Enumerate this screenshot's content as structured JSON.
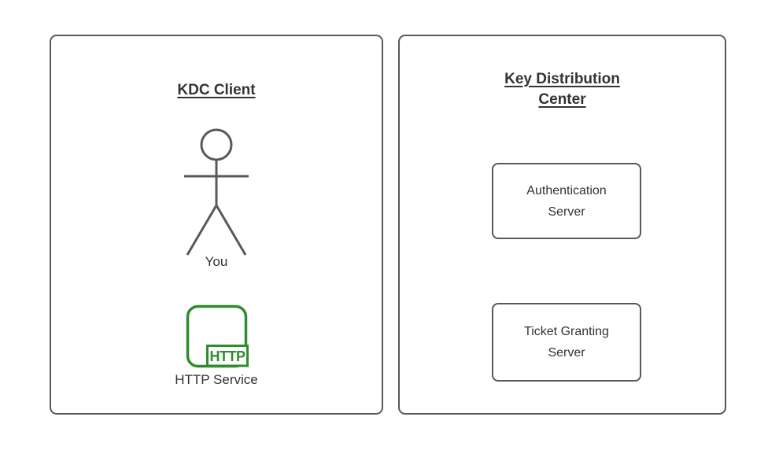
{
  "colors": {
    "background": "#ffffff",
    "shape_stroke": "#595959",
    "text": "#333333",
    "service_green": "#2e8b2e"
  },
  "client_panel": {
    "title": "KDC Client",
    "actor": {
      "icon": "person-stick-figure-icon",
      "label": "You"
    },
    "service": {
      "icon": "http-service-icon",
      "badge": "HTTP",
      "label": "HTTP Service"
    }
  },
  "kdc_panel": {
    "title": "Key Distribution Center",
    "servers": [
      {
        "label": "Authentication Server"
      },
      {
        "label": "Ticket Granting Server"
      }
    ]
  }
}
